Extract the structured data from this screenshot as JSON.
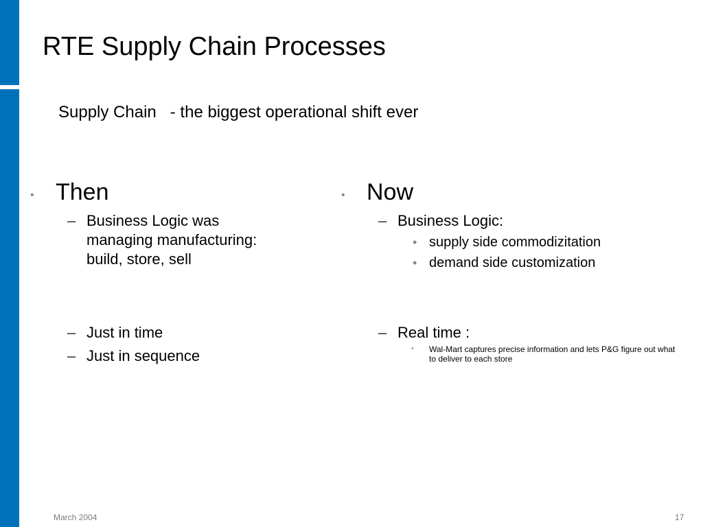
{
  "slide": {
    "title": "RTE Supply Chain Processes",
    "subtitle": "Supply Chain   - the biggest operational shift ever",
    "accent_color": "#0072bc"
  },
  "left_column": {
    "heading": "Then",
    "logic_item": "Business Logic was\nmanaging manufacturing:\nbuild, store, sell",
    "items": [
      "Just in time",
      "Just in sequence"
    ]
  },
  "right_column": {
    "heading": "Now",
    "logic_item": "Business Logic:",
    "logic_subitems": [
      "supply side commodizitation",
      "demand side customization"
    ],
    "realtime_item": "Real time :",
    "realtime_subitem": "Wal-Mart captures precise information and lets P&G figure out what to deliver to each store"
  },
  "footer": {
    "date": "March 2004",
    "page_number": "17"
  }
}
